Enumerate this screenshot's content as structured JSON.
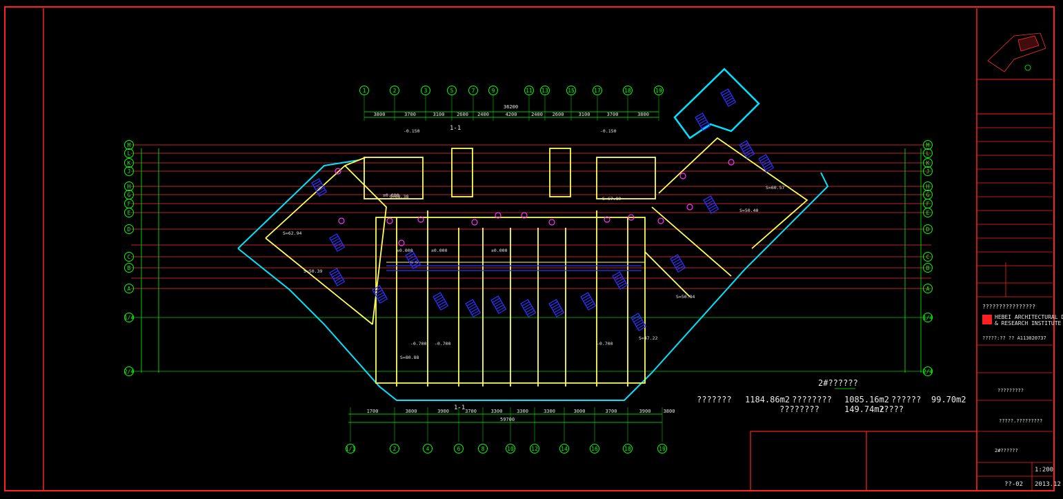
{
  "drawing": {
    "col_labels_top": [
      "1",
      "2",
      "3",
      "5",
      "7",
      "9",
      "11",
      "13",
      "15",
      "17",
      "18",
      "19"
    ],
    "col_labels_bottom": [
      "1/1",
      "2",
      "4",
      "6",
      "8",
      "10",
      "12",
      "14",
      "16",
      "18",
      "19"
    ],
    "row_labels": [
      "M",
      "L",
      "K",
      "J",
      "H",
      "G",
      "F",
      "E",
      "D",
      "C",
      "B",
      "A"
    ],
    "dims_top": [
      "3800",
      "3700",
      "3100",
      "2600",
      "2400",
      "4200",
      "2400",
      "2600",
      "3100",
      "3700",
      "3800"
    ],
    "dims_bottom": [
      "1700",
      "3800",
      "3900",
      "3700",
      "3300",
      "3300",
      "3300",
      "3000",
      "3700",
      "3900",
      "3800"
    ],
    "total_dim": "59700",
    "top_total": "36200",
    "section_mark": "1-1",
    "levels": [
      "-0.150",
      "-0.150",
      "±0.000",
      "±0.000",
      "±0.000",
      "±0.000",
      "-0.700",
      "-0.700",
      "-0.700"
    ],
    "room_labels": [
      "S=68.38",
      "S=67.89",
      "S=50.39",
      "S=62.94",
      "S=50.40",
      "S=60.57",
      "S=50.84",
      "S=47.22",
      "S=80.88"
    ]
  },
  "summary": {
    "heading": "2#??????",
    "label1": "???????",
    "value1": "1184.86m2",
    "label2": "????????",
    "value2": "1085.16m2",
    "label3": "??????",
    "value3": "99.70m2",
    "label4": "????????",
    "value4": "149.74m2",
    "label5": "?????"
  },
  "title_block": {
    "firm_name_1": "HEBEI ARCHITECTURAL DESIGN",
    "firm_name_2": "& RESEARCH INSTITUTE CO.,LTD",
    "firm_cn": "????????????????",
    "cert": "?????:?? ?? A113020737",
    "project": "?????????",
    "subproject": "?????.?????????",
    "drawing_title": "2#??????",
    "scale": "1:200",
    "drawing_no": "??-02",
    "date": "2013.12"
  },
  "colors": {
    "frame": "#ff2020",
    "grid": "#ff3030",
    "dimension": "#00ff00",
    "wall": "#ffff55",
    "stairs": "#3030ff",
    "fixture": "#ff33ff",
    "outline": "#00e5ff"
  }
}
